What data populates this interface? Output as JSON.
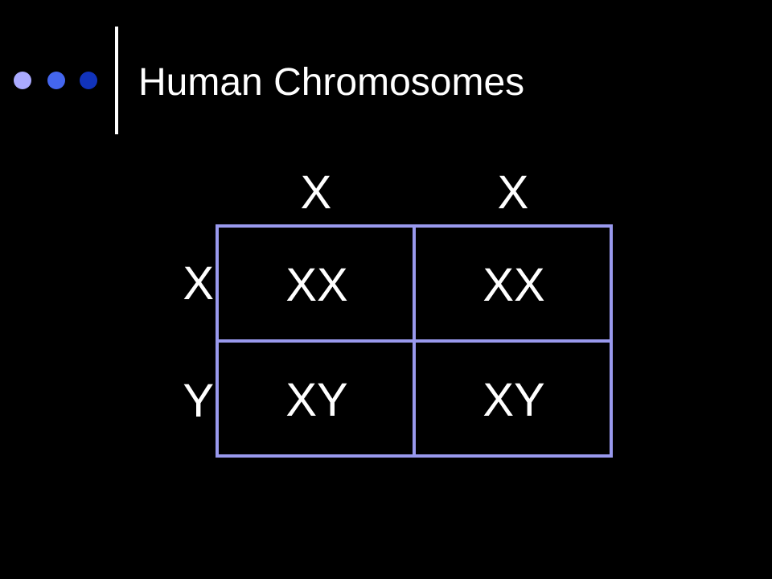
{
  "slide": {
    "title": "Human Chromosomes",
    "background_color": "#000000",
    "text_color": "#ffffff",
    "grid_line_color": "#9999ee",
    "bullet_dot_colors": [
      "#aaaaff",
      "#4466ee",
      "#1133bb"
    ]
  },
  "punnett_square": {
    "column_headers": [
      "X",
      "X"
    ],
    "row_headers": [
      "X",
      "Y"
    ],
    "cells": [
      [
        "XX",
        "XX"
      ],
      [
        "XY",
        "XY"
      ]
    ]
  }
}
